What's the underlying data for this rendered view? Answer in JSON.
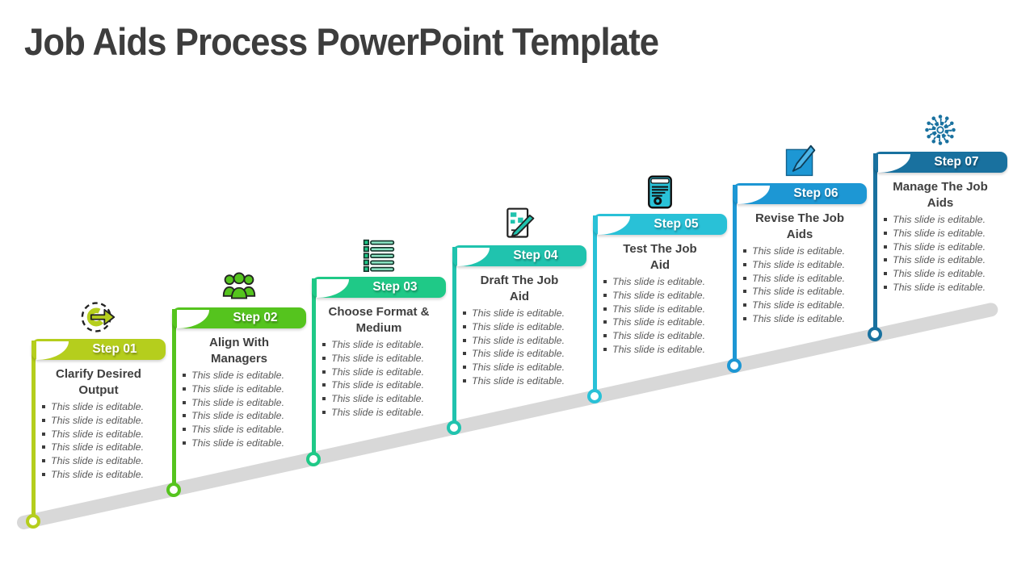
{
  "slide": {
    "title": "Job Aids Process PowerPoint Template"
  },
  "colors": {
    "headline_text": "#3d3d3d",
    "step_title_text": "#3f3f3f",
    "bullet_text": "#595959",
    "ramp": "#d8d8d8",
    "banner_label_text": "#ffffff"
  },
  "steps": [
    {
      "label": "Step 01",
      "icon": "process-gear-arrow-icon",
      "color": "#b5ce1d",
      "title_lines": [
        "Clarify Desired",
        "Output"
      ],
      "bullets": [
        "This slide is editable.",
        "This slide is editable.",
        "This slide is editable.",
        "This slide is editable.",
        "This slide is editable.",
        "This slide is editable."
      ]
    },
    {
      "label": "Step 02",
      "icon": "team-icon",
      "color": "#55c41e",
      "title_lines": [
        "Align With",
        "Managers"
      ],
      "bullets": [
        "This slide is editable.",
        "This slide is editable.",
        "This slide is editable.",
        "This slide is editable.",
        "This slide is editable.",
        "This slide is editable."
      ]
    },
    {
      "label": "Step 03",
      "icon": "checklist-icon",
      "color": "#1fc987",
      "title_lines": [
        "Choose Format &",
        "Medium"
      ],
      "bullets": [
        "This slide is editable.",
        "This slide is editable.",
        "This slide is editable.",
        "This slide is editable.",
        "This slide is editable.",
        "This slide is editable."
      ]
    },
    {
      "label": "Step 04",
      "icon": "draft-document-icon",
      "color": "#20c3ae",
      "title_lines": [
        "Draft The Job",
        "Aid"
      ],
      "bullets": [
        "This slide is editable.",
        "This slide is editable.",
        "This slide is editable.",
        "This slide is editable.",
        "This slide is editable.",
        "This slide is editable."
      ]
    },
    {
      "label": "Step 05",
      "icon": "test-clipboard-icon",
      "color": "#29c1d7",
      "title_lines": [
        "Test The Job",
        "Aid"
      ],
      "bullets": [
        "This slide is editable.",
        "This slide is editable.",
        "This slide is editable.",
        "This slide is editable.",
        "This slide is editable.",
        "This slide is editable."
      ]
    },
    {
      "label": "Step 06",
      "icon": "edit-pencil-icon",
      "color": "#1d97d4",
      "title_lines": [
        "Revise The Job",
        "Aids"
      ],
      "bullets": [
        "This slide is editable.",
        "This slide is editable.",
        "This slide is editable.",
        "This slide is editable.",
        "This slide is editable.",
        "This slide is editable."
      ]
    },
    {
      "label": "Step 07",
      "icon": "manage-network-icon",
      "color": "#19719f",
      "title_lines": [
        "Manage The Job",
        "Aids"
      ],
      "bullets": [
        "This slide is editable.",
        "This slide is editable.",
        "This slide is editable.",
        "This slide is editable.",
        "This slide is editable.",
        "This slide is editable."
      ]
    }
  ]
}
